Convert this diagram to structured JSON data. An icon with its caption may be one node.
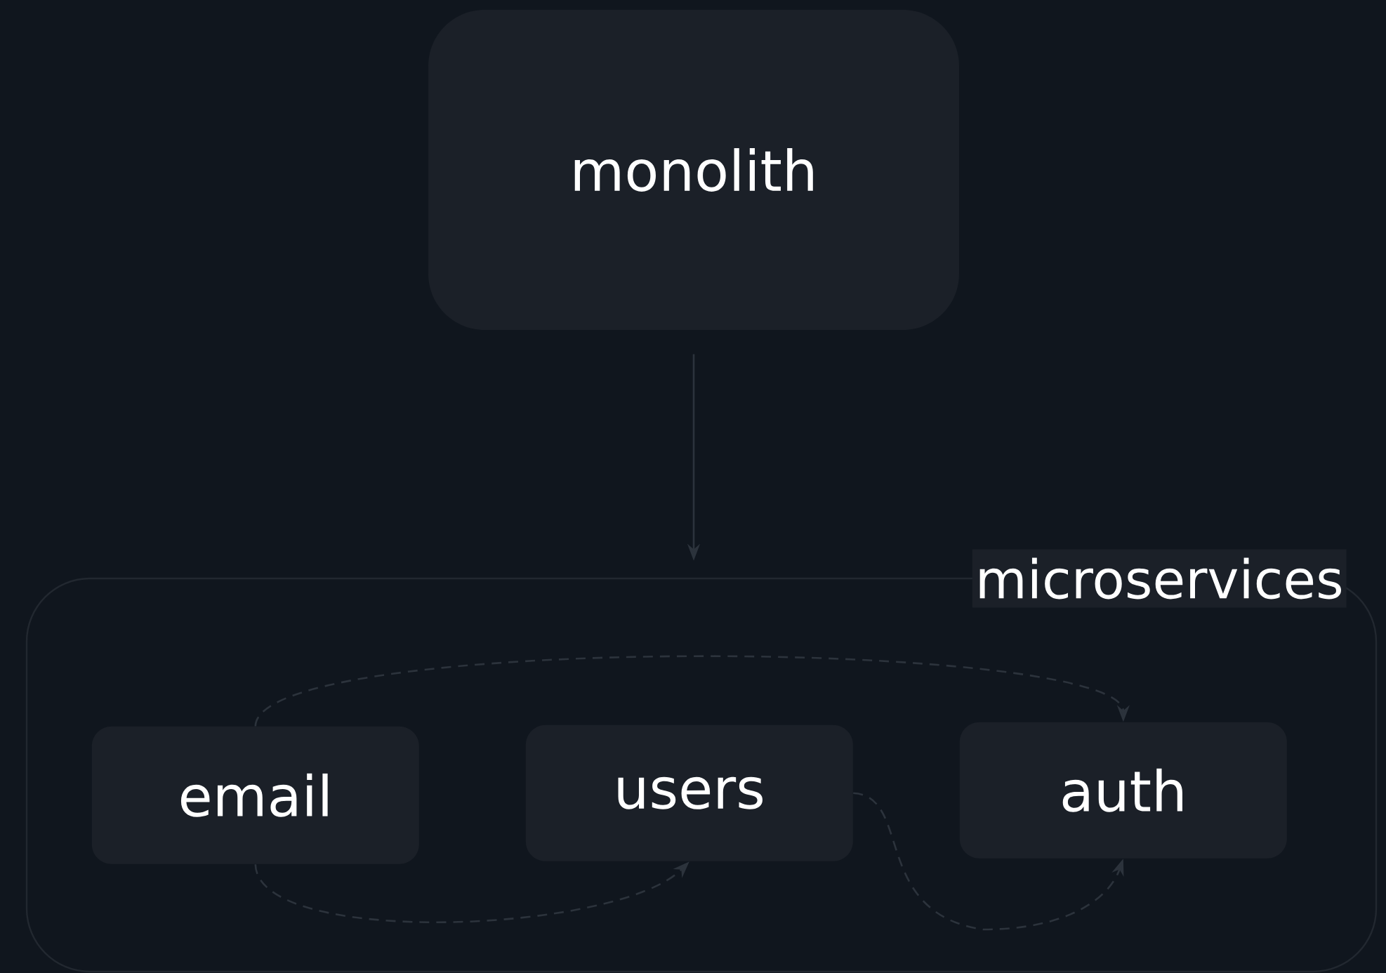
{
  "diagram": {
    "nodes": [
      {
        "text": [
          "monolith"
        ]
      },
      {
        "text": [
          "microservices"
        ]
      },
      {
        "text": [
          "email"
        ],
        "in": 1
      },
      {
        "text": [
          "users"
        ],
        "in": 1
      },
      {
        "text": [
          "auth"
        ],
        "in": 1
      }
    ],
    "edges": [
      {
        "from": 0,
        "to": 1,
        "arrow": "to"
      },
      {
        "from": 2,
        "to": 4,
        "arrow": "to",
        "style": "dashed"
      },
      {
        "from": 2,
        "to": 3,
        "arrow": "to",
        "style": "dashed"
      },
      {
        "from": 3,
        "to": 4,
        "arrow": "to",
        "style": "dashed"
      }
    ]
  }
}
